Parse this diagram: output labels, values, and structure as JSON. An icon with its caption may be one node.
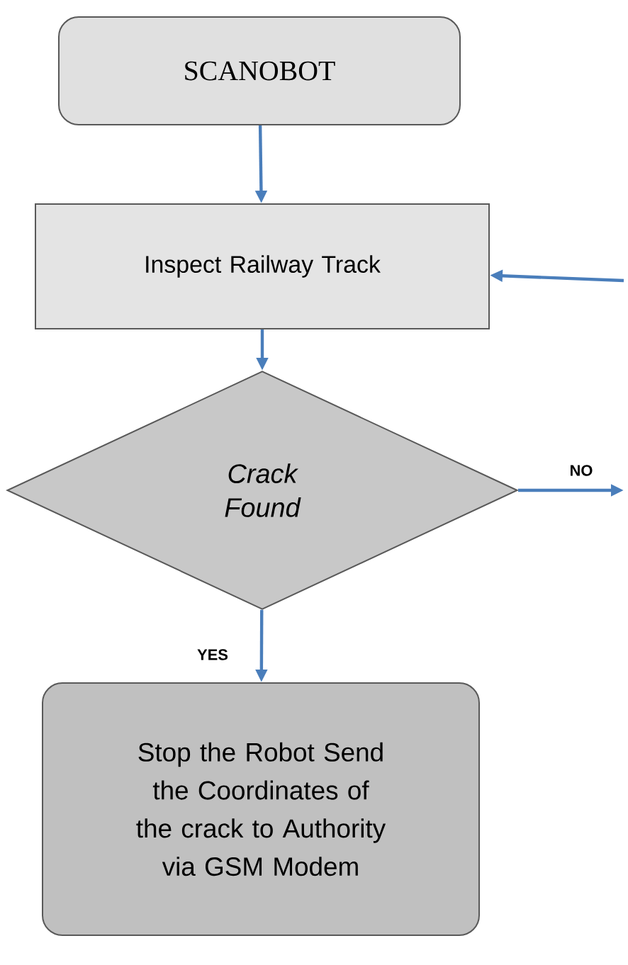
{
  "diagram": {
    "nodes": [
      {
        "text": [
          "SCANOBOT"
        ]
      },
      {
        "text": [
          "Inspect Railway Track"
        ]
      },
      {
        "text": [
          "Crack Found"
        ]
      },
      {
        "text": [
          "Stop the Robot Send the Coordinates of the crack to Authority via GSM Modem"
        ]
      }
    ],
    "edges": [
      {
        "from": 0,
        "to": 1,
        "arrow": "to"
      },
      {
        "from": 1,
        "to": 2,
        "arrow": "to"
      },
      {
        "from": 2,
        "to": 3,
        "arrow": "to",
        "label": "YES"
      },
      {
        "from": 2,
        "to": null,
        "arrow": "to",
        "label": "NO"
      },
      {
        "from": null,
        "to": 1,
        "arrow": "to"
      }
    ]
  }
}
